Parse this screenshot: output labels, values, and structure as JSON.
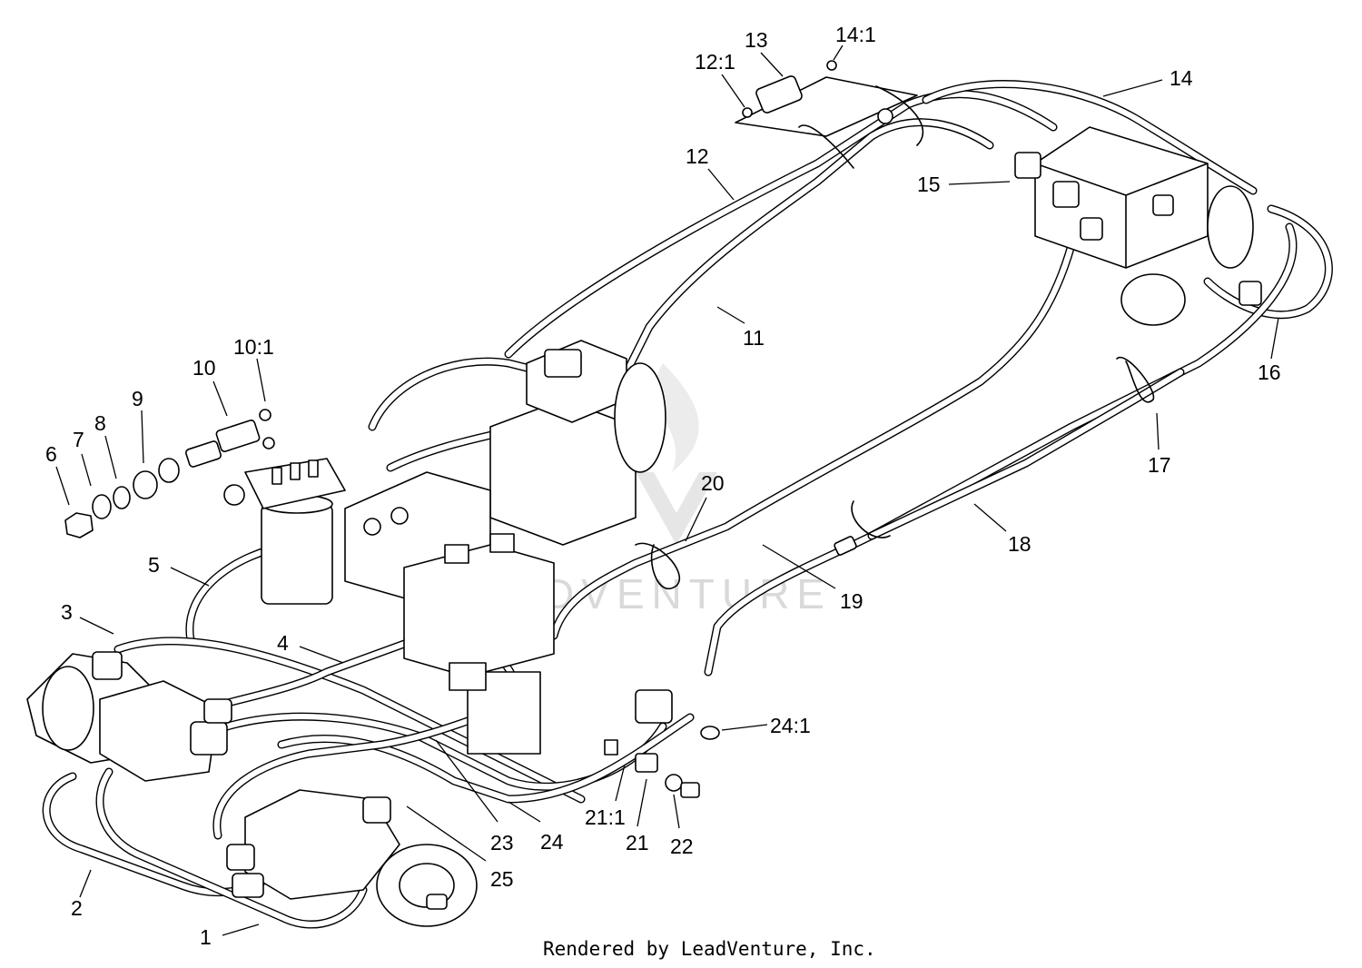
{
  "diagram": {
    "callouts": [
      {
        "id": "1",
        "label": "1"
      },
      {
        "id": "2",
        "label": "2"
      },
      {
        "id": "3",
        "label": "3"
      },
      {
        "id": "4",
        "label": "4"
      },
      {
        "id": "5",
        "label": "5"
      },
      {
        "id": "6",
        "label": "6"
      },
      {
        "id": "7",
        "label": "7"
      },
      {
        "id": "8",
        "label": "8"
      },
      {
        "id": "9",
        "label": "9"
      },
      {
        "id": "10",
        "label": "10"
      },
      {
        "id": "10-1",
        "label": "10:1"
      },
      {
        "id": "11",
        "label": "11"
      },
      {
        "id": "12",
        "label": "12"
      },
      {
        "id": "12-1",
        "label": "12:1"
      },
      {
        "id": "13",
        "label": "13"
      },
      {
        "id": "14",
        "label": "14"
      },
      {
        "id": "14-1",
        "label": "14:1"
      },
      {
        "id": "15",
        "label": "15"
      },
      {
        "id": "16",
        "label": "16"
      },
      {
        "id": "17",
        "label": "17"
      },
      {
        "id": "18",
        "label": "18"
      },
      {
        "id": "19",
        "label": "19"
      },
      {
        "id": "20",
        "label": "20"
      },
      {
        "id": "21",
        "label": "21"
      },
      {
        "id": "21-1",
        "label": "21:1"
      },
      {
        "id": "22",
        "label": "22"
      },
      {
        "id": "23",
        "label": "23"
      },
      {
        "id": "24",
        "label": "24"
      },
      {
        "id": "24-1",
        "label": "24:1"
      },
      {
        "id": "25",
        "label": "25"
      }
    ],
    "watermark": "LEADVENTURE",
    "footer": "Rendered by LeadVenture, Inc."
  }
}
